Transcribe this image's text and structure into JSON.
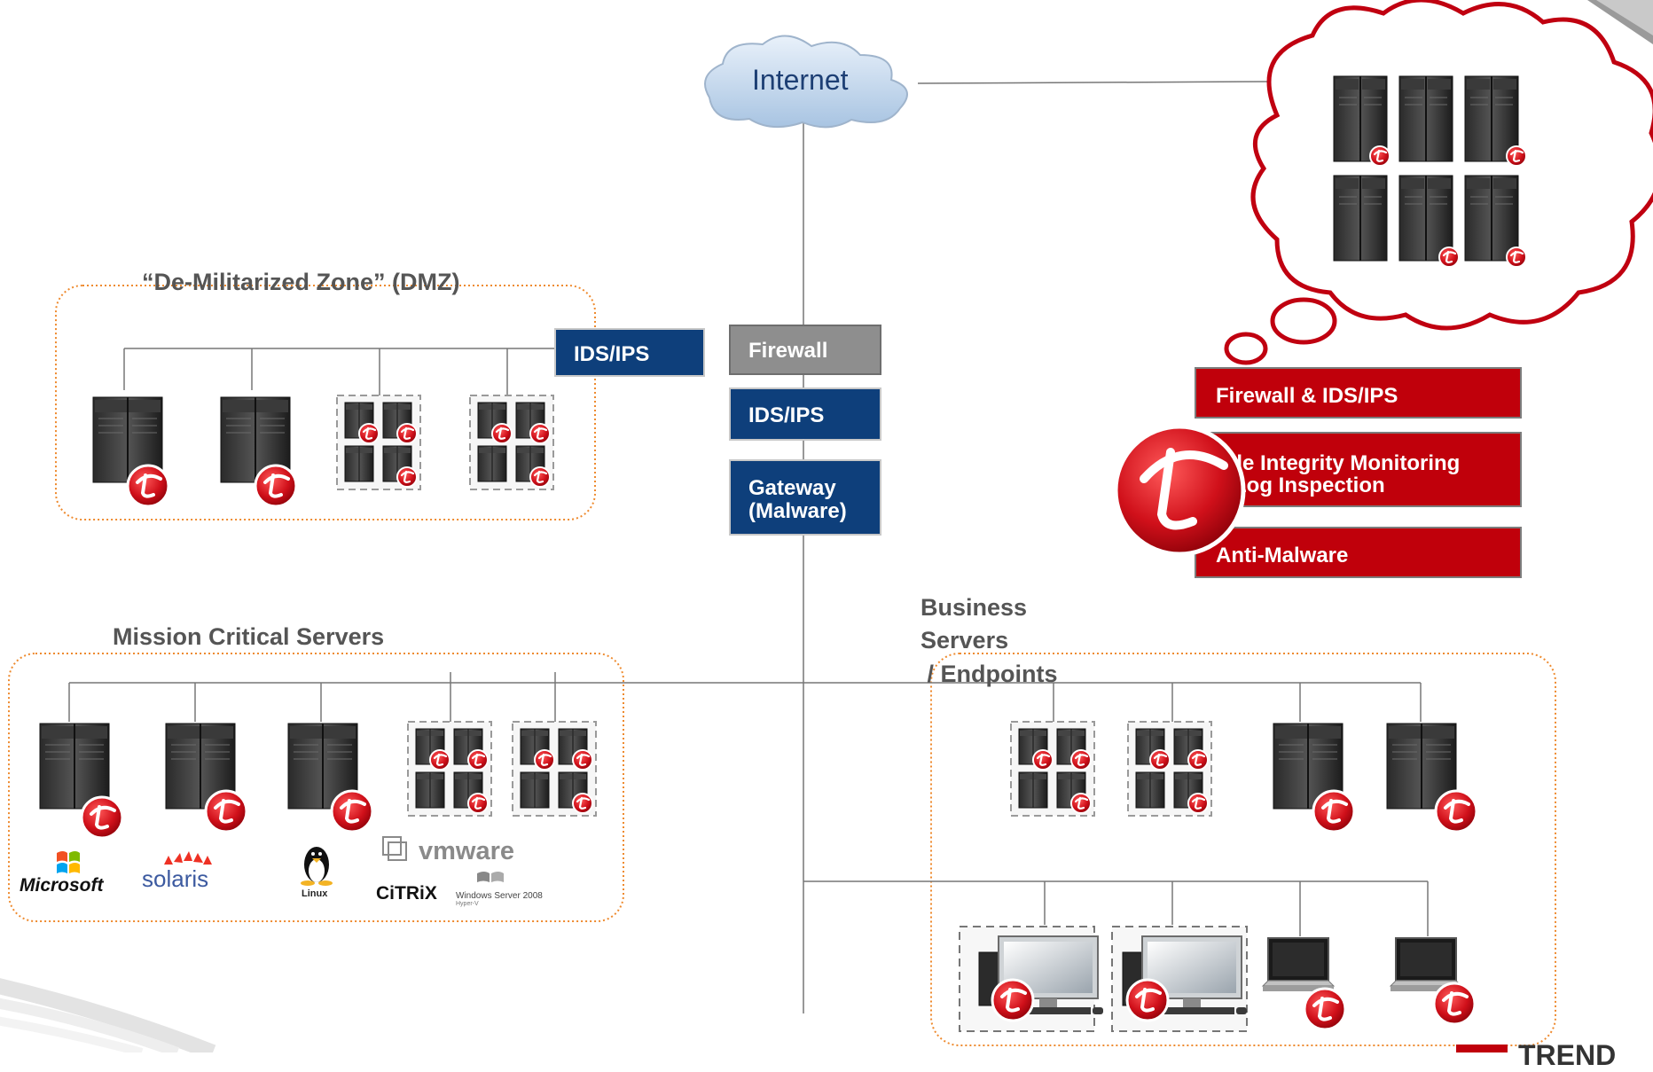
{
  "zones": {
    "dmz": "“De-Militarized Zone” (DMZ)",
    "mission_critical": "Mission Critical Servers",
    "business": [
      "Business",
      "Servers",
      " / Endpoints"
    ]
  },
  "internet": "Internet",
  "boxes": {
    "dmz_ids": "IDS/IPS",
    "firewall": "Firewall",
    "ids": "IDS/IPS",
    "gateway": [
      "Gateway",
      "(Malware)"
    ]
  },
  "features": {
    "firewall_ids": "Firewall & IDS/IPS",
    "fim": [
      "File Integrity Monitoring",
      "Log Inspection"
    ],
    "anti_malware": "Anti-Malware"
  },
  "logos": {
    "microsoft": "Microsoft",
    "solaris": "solaris",
    "linux": "Linux",
    "vmware": "vmware",
    "citrix": "CiTRiX",
    "windows_server": "Windows Server 2008",
    "hyper_v": "Hyper-V",
    "trend": "TREND"
  },
  "colors": {
    "navy": "#0e3f7b",
    "firewall_gray": "#8e8e8e",
    "trend_red": "#c0000b",
    "zone_border": "#ee8a2e",
    "text_gray": "#555555"
  },
  "icons": {
    "server": "server-tower-icon",
    "vm_cluster": "virtual-server-cluster-icon",
    "agent": "trend-micro-agent-icon",
    "desktop": "desktop-computer-icon",
    "laptop": "laptop-icon",
    "cloud": "internet-cloud-icon"
  }
}
